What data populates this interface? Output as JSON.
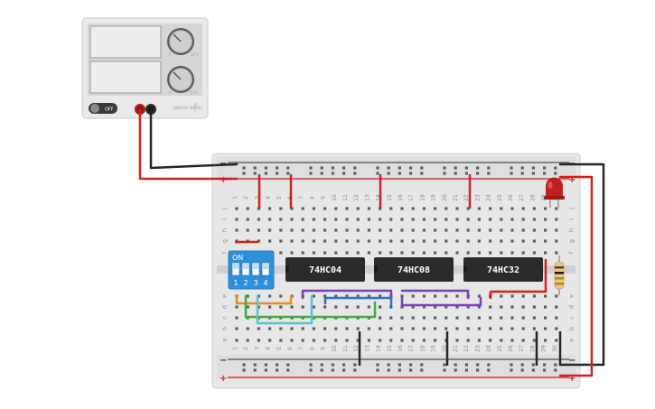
{
  "power_supply": {
    "switch_label": "OFF",
    "display_top": "",
    "display_bottom": "",
    "knob_top_min": "0",
    "knob_top_max": "30 V",
    "knob_bottom_min": "0",
    "knob_bottom_max": "5 A",
    "brand": "ENERGY SUPPLY"
  },
  "breadboard": {
    "columns": [
      "1",
      "2",
      "3",
      "4",
      "5",
      "6",
      "7",
      "8",
      "9",
      "10",
      "11",
      "12",
      "13",
      "14",
      "15",
      "16",
      "17",
      "18",
      "19",
      "20",
      "21",
      "22",
      "23",
      "24",
      "25",
      "26",
      "27",
      "28",
      "29",
      "30"
    ],
    "rows_top": [
      "j",
      "i",
      "h",
      "g",
      "f"
    ],
    "rows_bottom": [
      "e",
      "d",
      "c",
      "b",
      "a"
    ],
    "rail_minus": "−",
    "rail_plus": "+"
  },
  "dip_switch": {
    "label": "ON",
    "switches": [
      "1",
      "2",
      "3",
      "4"
    ]
  },
  "chips": [
    {
      "label": "74HC04"
    },
    {
      "label": "74HC08"
    },
    {
      "label": "74HC32"
    }
  ],
  "colors": {
    "wire_red": "#d21f1f",
    "wire_black": "#262626",
    "wire_orange": "#f08a1c",
    "wire_green": "#3fae3f",
    "wire_cyan": "#4fc6d8",
    "wire_purple": "#7b3fb8",
    "wire_blue": "#2f6fd0",
    "dip_blue": "#2f8fd8",
    "chip_body": "#2b2b2b",
    "led_red": "#c0201c"
  }
}
